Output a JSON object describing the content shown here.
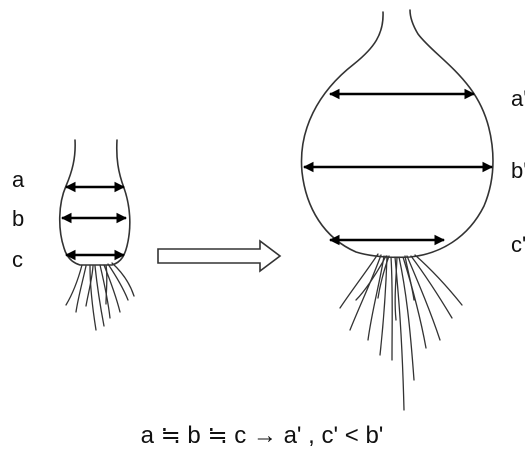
{
  "small_bulb": {
    "labels": [
      "a",
      "b",
      "c"
    ]
  },
  "large_bulb": {
    "labels": [
      "a'",
      "b'",
      "c'"
    ]
  },
  "caption": "a ≒ b ≒ c → a' , c' < b'"
}
